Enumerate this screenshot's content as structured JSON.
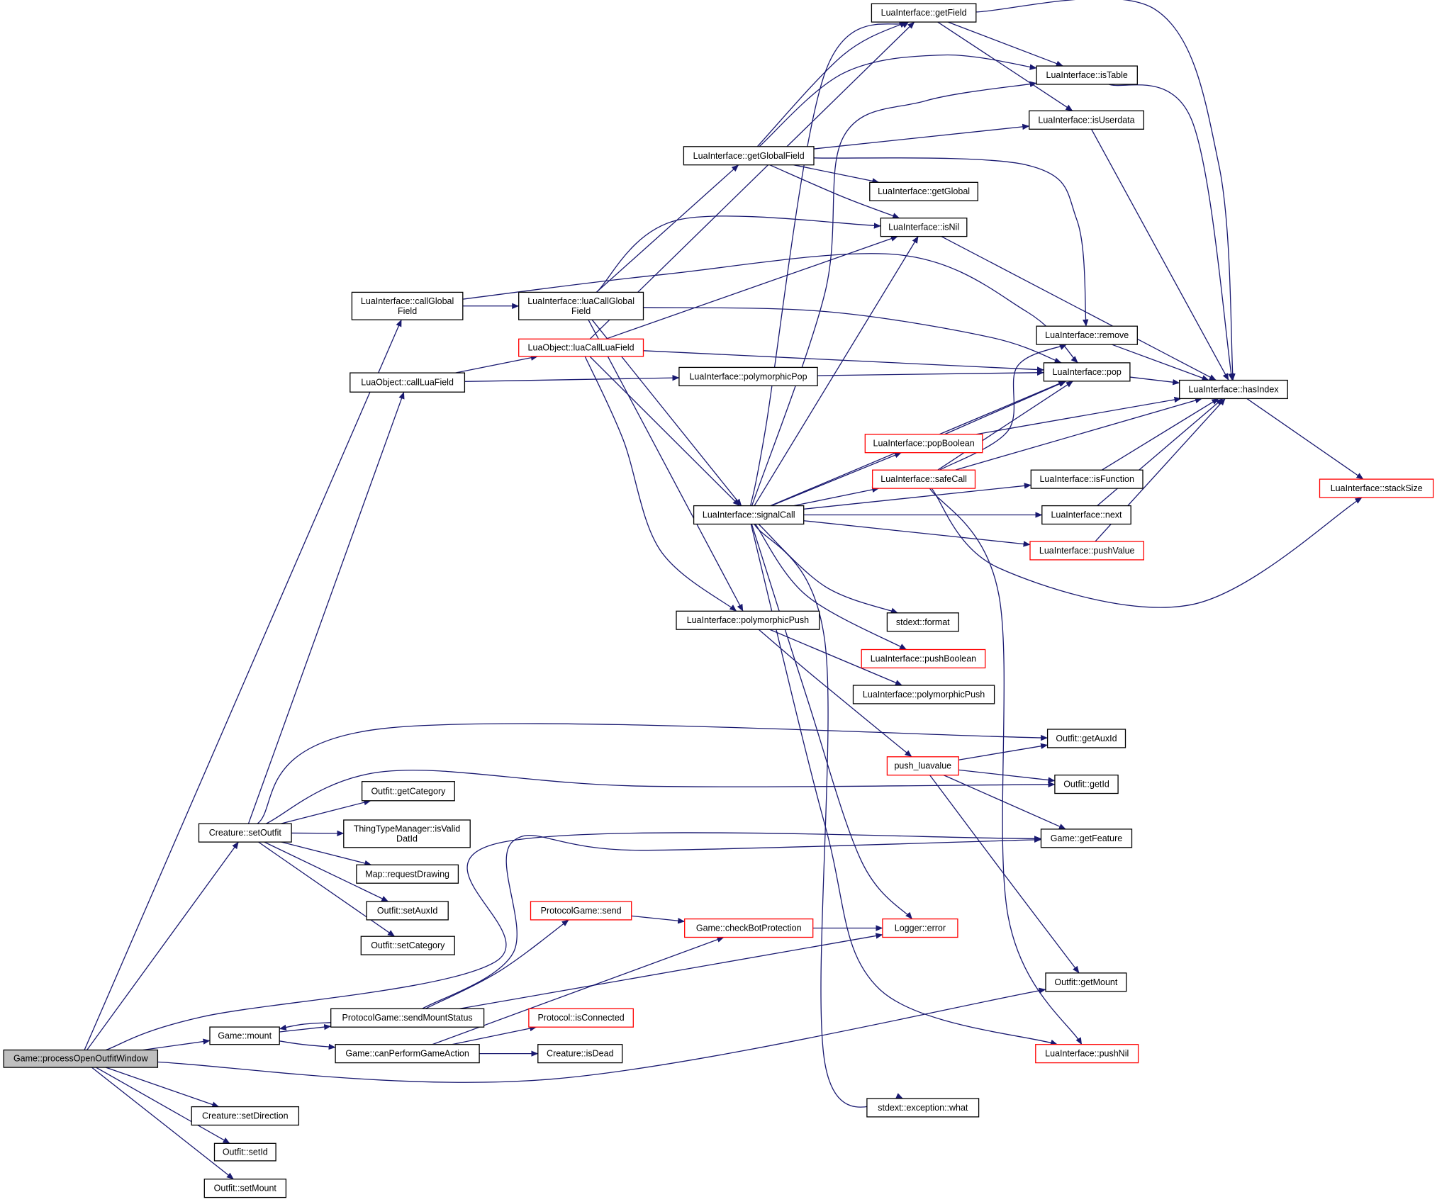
{
  "diagram": {
    "nodes": [
      {
        "id": "processOpenOutfitWindow",
        "lines": [
          "Game::processOpenOutfitWindow"
        ],
        "style": "root"
      },
      {
        "id": "callGlobalField",
        "lines": [
          "LuaInterface::callGlobal",
          "Field"
        ],
        "style": "normal"
      },
      {
        "id": "callLuaField",
        "lines": [
          "LuaObject::callLuaField"
        ],
        "style": "normal"
      },
      {
        "id": "setOutfit",
        "lines": [
          "Creature::setOutfit"
        ],
        "style": "normal"
      },
      {
        "id": "mount",
        "lines": [
          "Game::mount"
        ],
        "style": "normal"
      },
      {
        "id": "setDirection",
        "lines": [
          "Creature::setDirection"
        ],
        "style": "normal"
      },
      {
        "id": "setId",
        "lines": [
          "Outfit::setId"
        ],
        "style": "normal"
      },
      {
        "id": "setMount",
        "lines": [
          "Outfit::setMount"
        ],
        "style": "normal"
      },
      {
        "id": "getCategory",
        "lines": [
          "Outfit::getCategory"
        ],
        "style": "normal"
      },
      {
        "id": "isValidDatId",
        "lines": [
          "ThingTypeManager::isValid",
          "DatId"
        ],
        "style": "normal"
      },
      {
        "id": "requestDrawing",
        "lines": [
          "Map::requestDrawing"
        ],
        "style": "normal"
      },
      {
        "id": "setAuxId",
        "lines": [
          "Outfit::setAuxId"
        ],
        "style": "normal"
      },
      {
        "id": "setCategory",
        "lines": [
          "Outfit::setCategory"
        ],
        "style": "normal"
      },
      {
        "id": "sendMountStatus",
        "lines": [
          "ProtocolGame::sendMountStatus"
        ],
        "style": "normal"
      },
      {
        "id": "canPerformGameAction",
        "lines": [
          "Game::canPerformGameAction"
        ],
        "style": "normal"
      },
      {
        "id": "luaCallGlobalField",
        "lines": [
          "LuaInterface::luaCallGlobal",
          "Field"
        ],
        "style": "normal"
      },
      {
        "id": "luaCallLuaField",
        "lines": [
          "LuaObject::luaCallLuaField"
        ],
        "style": "red"
      },
      {
        "id": "protocolSend",
        "lines": [
          "ProtocolGame::send"
        ],
        "style": "red"
      },
      {
        "id": "isConnected",
        "lines": [
          "Protocol::isConnected"
        ],
        "style": "red"
      },
      {
        "id": "isDead",
        "lines": [
          "Creature::isDead"
        ],
        "style": "normal"
      },
      {
        "id": "getGlobalField",
        "lines": [
          "LuaInterface::getGlobalField"
        ],
        "style": "normal"
      },
      {
        "id": "polymorphicPop",
        "lines": [
          "LuaInterface::polymorphicPop"
        ],
        "style": "normal"
      },
      {
        "id": "signalCall",
        "lines": [
          "LuaInterface::signalCall"
        ],
        "style": "normal"
      },
      {
        "id": "polymorphicPush1",
        "lines": [
          "LuaInterface::polymorphicPush"
        ],
        "style": "normal"
      },
      {
        "id": "checkBotProtection",
        "lines": [
          "Game::checkBotProtection"
        ],
        "style": "red"
      },
      {
        "id": "getField",
        "lines": [
          "LuaInterface::getField"
        ],
        "style": "normal"
      },
      {
        "id": "getGlobal",
        "lines": [
          "LuaInterface::getGlobal"
        ],
        "style": "normal"
      },
      {
        "id": "isNil",
        "lines": [
          "LuaInterface::isNil"
        ],
        "style": "normal"
      },
      {
        "id": "popBoolean",
        "lines": [
          "LuaInterface::popBoolean"
        ],
        "style": "red"
      },
      {
        "id": "safeCall",
        "lines": [
          "LuaInterface::safeCall"
        ],
        "style": "red"
      },
      {
        "id": "stdextFormat",
        "lines": [
          "stdext::format"
        ],
        "style": "normal"
      },
      {
        "id": "pushBoolean",
        "lines": [
          "LuaInterface::pushBoolean"
        ],
        "style": "red"
      },
      {
        "id": "polymorphicPush2",
        "lines": [
          "LuaInterface::polymorphicPush"
        ],
        "style": "normal"
      },
      {
        "id": "pushLuavalue",
        "lines": [
          "push_luavalue"
        ],
        "style": "red"
      },
      {
        "id": "loggerError",
        "lines": [
          "Logger::error"
        ],
        "style": "red"
      },
      {
        "id": "exceptionWhat",
        "lines": [
          "stdext::exception::what"
        ],
        "style": "normal"
      },
      {
        "id": "isTable",
        "lines": [
          "LuaInterface::isTable"
        ],
        "style": "normal"
      },
      {
        "id": "isUserdata",
        "lines": [
          "LuaInterface::isUserdata"
        ],
        "style": "normal"
      },
      {
        "id": "remove",
        "lines": [
          "LuaInterface::remove"
        ],
        "style": "normal"
      },
      {
        "id": "pop",
        "lines": [
          "LuaInterface::pop"
        ],
        "style": "normal"
      },
      {
        "id": "isFunction",
        "lines": [
          "LuaInterface::isFunction"
        ],
        "style": "normal"
      },
      {
        "id": "next",
        "lines": [
          "LuaInterface::next"
        ],
        "style": "normal"
      },
      {
        "id": "pushValue",
        "lines": [
          "LuaInterface::pushValue"
        ],
        "style": "red"
      },
      {
        "id": "getAuxId",
        "lines": [
          "Outfit::getAuxId"
        ],
        "style": "normal"
      },
      {
        "id": "getId",
        "lines": [
          "Outfit::getId"
        ],
        "style": "normal"
      },
      {
        "id": "getFeature",
        "lines": [
          "Game::getFeature"
        ],
        "style": "normal"
      },
      {
        "id": "getMount",
        "lines": [
          "Outfit::getMount"
        ],
        "style": "normal"
      },
      {
        "id": "pushNil",
        "lines": [
          "LuaInterface::pushNil"
        ],
        "style": "red"
      },
      {
        "id": "hasIndex",
        "lines": [
          "LuaInterface::hasIndex"
        ],
        "style": "normal"
      },
      {
        "id": "stackSize",
        "lines": [
          "LuaInterface::stackSize"
        ],
        "style": "red"
      }
    ],
    "edges": [
      [
        "processOpenOutfitWindow",
        "callGlobalField"
      ],
      [
        "processOpenOutfitWindow",
        "setOutfit"
      ],
      [
        "processOpenOutfitWindow",
        "mount"
      ],
      [
        "processOpenOutfitWindow",
        "setDirection"
      ],
      [
        "processOpenOutfitWindow",
        "setId"
      ],
      [
        "processOpenOutfitWindow",
        "setMount"
      ],
      [
        "processOpenOutfitWindow",
        "getFeature"
      ],
      [
        "processOpenOutfitWindow",
        "getMount"
      ],
      [
        "callGlobalField",
        "luaCallGlobalField"
      ],
      [
        "callGlobalField",
        "pop"
      ],
      [
        "callLuaField",
        "luaCallLuaField"
      ],
      [
        "callLuaField",
        "polymorphicPop"
      ],
      [
        "setOutfit",
        "callLuaField"
      ],
      [
        "setOutfit",
        "getCategory"
      ],
      [
        "setOutfit",
        "isValidDatId"
      ],
      [
        "setOutfit",
        "requestDrawing"
      ],
      [
        "setOutfit",
        "setAuxId"
      ],
      [
        "setOutfit",
        "setCategory"
      ],
      [
        "setOutfit",
        "getAuxId"
      ],
      [
        "setOutfit",
        "getId"
      ],
      [
        "mount",
        "sendMountStatus"
      ],
      [
        "mount",
        "canPerformGameAction"
      ],
      [
        "sendMountStatus",
        "mount"
      ],
      [
        "sendMountStatus",
        "protocolSend"
      ],
      [
        "sendMountStatus",
        "getFeature"
      ],
      [
        "sendMountStatus",
        "loggerError"
      ],
      [
        "canPerformGameAction",
        "isConnected"
      ],
      [
        "canPerformGameAction",
        "isDead"
      ],
      [
        "canPerformGameAction",
        "checkBotProtection"
      ],
      [
        "protocolSend",
        "checkBotProtection"
      ],
      [
        "checkBotProtection",
        "loggerError"
      ],
      [
        "luaCallGlobalField",
        "getGlobalField"
      ],
      [
        "luaCallGlobalField",
        "isNil"
      ],
      [
        "luaCallGlobalField",
        "signalCall"
      ],
      [
        "luaCallGlobalField",
        "pop"
      ],
      [
        "luaCallGlobalField",
        "polymorphicPush1"
      ],
      [
        "luaCallLuaField",
        "getField"
      ],
      [
        "luaCallLuaField",
        "isNil"
      ],
      [
        "luaCallLuaField",
        "signalCall"
      ],
      [
        "luaCallLuaField",
        "pop"
      ],
      [
        "luaCallLuaField",
        "polymorphicPush1"
      ],
      [
        "polymorphicPop",
        "pop"
      ],
      [
        "getGlobalField",
        "getField"
      ],
      [
        "getGlobalField",
        "isTable"
      ],
      [
        "getGlobalField",
        "isUserdata"
      ],
      [
        "getGlobalField",
        "getGlobal"
      ],
      [
        "getGlobalField",
        "isNil"
      ],
      [
        "getGlobalField",
        "remove"
      ],
      [
        "getField",
        "isTable"
      ],
      [
        "getField",
        "isUserdata"
      ],
      [
        "getField",
        "hasIndex"
      ],
      [
        "isTable",
        "hasIndex"
      ],
      [
        "isUserdata",
        "hasIndex"
      ],
      [
        "isNil",
        "hasIndex"
      ],
      [
        "remove",
        "hasIndex"
      ],
      [
        "pop",
        "hasIndex"
      ],
      [
        "isFunction",
        "hasIndex"
      ],
      [
        "next",
        "hasIndex"
      ],
      [
        "pushValue",
        "hasIndex"
      ],
      [
        "hasIndex",
        "stackSize"
      ],
      [
        "signalCall",
        "getField"
      ],
      [
        "signalCall",
        "isTable"
      ],
      [
        "signalCall",
        "isNil"
      ],
      [
        "signalCall",
        "pop"
      ],
      [
        "signalCall",
        "popBoolean"
      ],
      [
        "signalCall",
        "safeCall"
      ],
      [
        "signalCall",
        "isFunction"
      ],
      [
        "signalCall",
        "next"
      ],
      [
        "signalCall",
        "pushValue"
      ],
      [
        "signalCall",
        "stdextFormat"
      ],
      [
        "signalCall",
        "pushBoolean"
      ],
      [
        "signalCall",
        "loggerError"
      ],
      [
        "signalCall",
        "exceptionWhat"
      ],
      [
        "signalCall",
        "pushNil"
      ],
      [
        "popBoolean",
        "pop"
      ],
      [
        "popBoolean",
        "hasIndex"
      ],
      [
        "safeCall",
        "remove"
      ],
      [
        "safeCall",
        "pop"
      ],
      [
        "safeCall",
        "hasIndex"
      ],
      [
        "safeCall",
        "stackSize"
      ],
      [
        "safeCall",
        "pushNil"
      ],
      [
        "polymorphicPush1",
        "polymorphicPush2"
      ],
      [
        "polymorphicPush1",
        "pushLuavalue"
      ],
      [
        "pushLuavalue",
        "getAuxId"
      ],
      [
        "pushLuavalue",
        "getId"
      ],
      [
        "pushLuavalue",
        "getFeature"
      ],
      [
        "pushLuavalue",
        "getMount"
      ]
    ]
  },
  "colors": {
    "edge": "#191970",
    "border": "#000000",
    "red_border": "#ff0000",
    "root_fill": "#bfbfbf",
    "background": "#ffffff"
  }
}
